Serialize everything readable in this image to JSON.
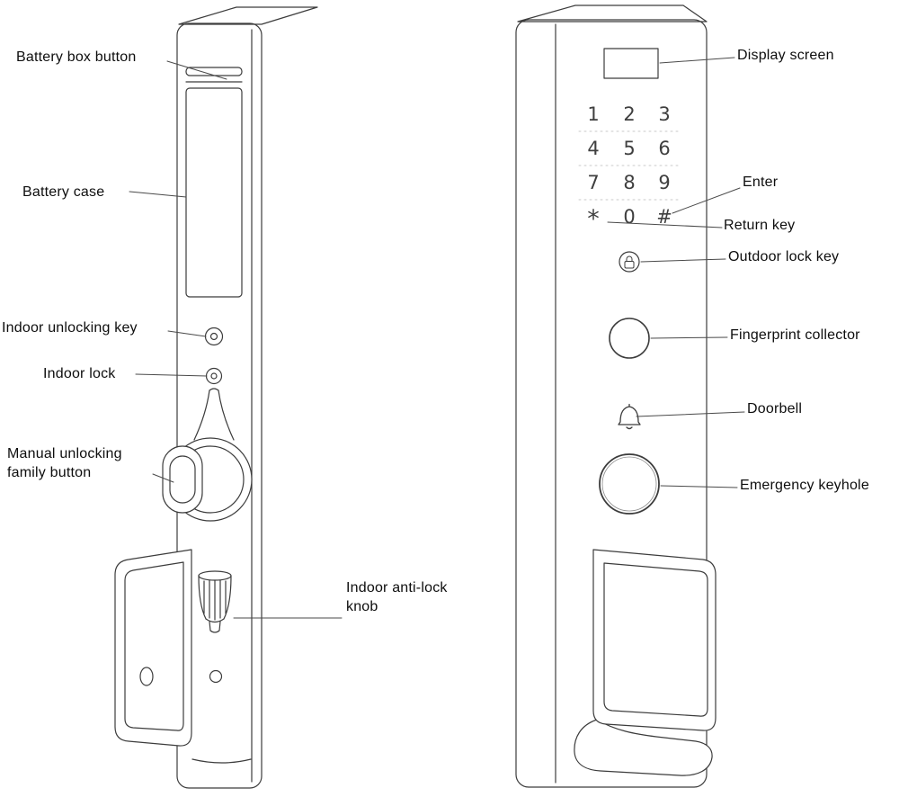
{
  "diagram": {
    "left_view": {
      "labels": {
        "battery_box_button": "Battery box button",
        "battery_case": "Battery case",
        "indoor_unlocking_key": "Indoor unlocking key",
        "indoor_lock": "Indoor lock",
        "manual_unlocking_family_button": "Manual unlocking family button",
        "indoor_anti_lock_knob": "Indoor anti-lock knob"
      }
    },
    "right_view": {
      "labels": {
        "display_screen": "Display screen",
        "enter": "Enter",
        "return_key": "Return key",
        "outdoor_lock_key": "Outdoor lock key",
        "fingerprint_collector": "Fingerprint collector",
        "doorbell": "Doorbell",
        "emergency_keyhole": "Emergency keyhole"
      },
      "keypad_keys": [
        "1",
        "2",
        "3",
        "4",
        "5",
        "6",
        "7",
        "8",
        "9",
        "*",
        "0",
        "#"
      ]
    },
    "colors": {
      "background": "#ffffff",
      "line": "#3c3c3c",
      "text": "#0e0e0e"
    }
  }
}
